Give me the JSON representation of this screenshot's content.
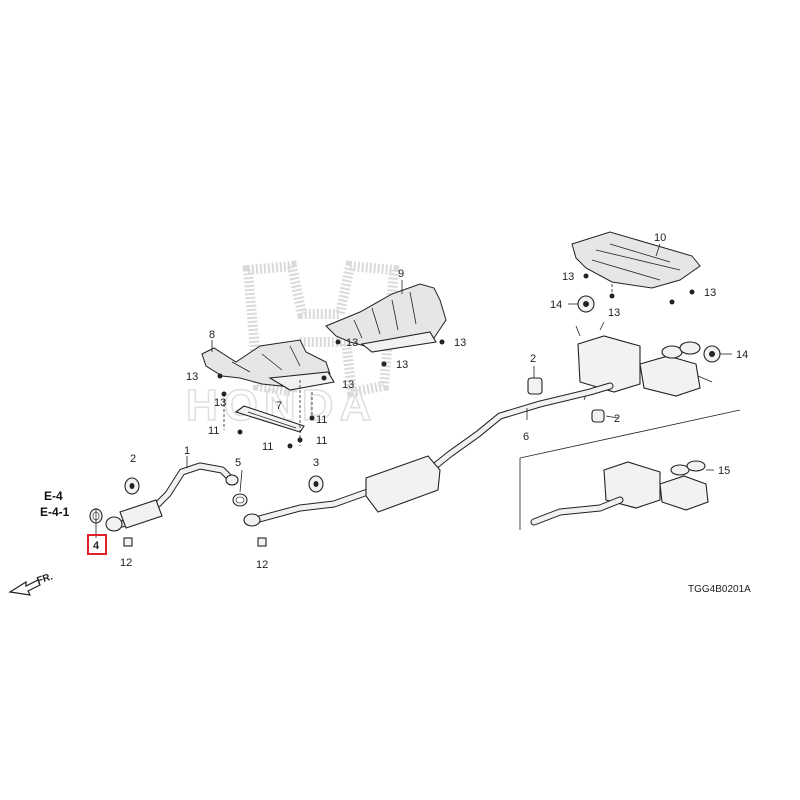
{
  "brand": {
    "logo_text": "HONDA"
  },
  "refs": {
    "e4": "E-4",
    "e41": "E-4-1"
  },
  "highlighted_part": "4",
  "direction": {
    "label": "FR."
  },
  "diagram_code": "TGG4B0201A",
  "labels": {
    "l1": "1",
    "l2a": "2",
    "l2b": "2",
    "l2c": "2",
    "l3": "3",
    "l4": "4",
    "l5": "5",
    "l6": "6",
    "l7": "7",
    "l8": "8",
    "l9": "9",
    "l10": "10",
    "l11a": "11",
    "l11b": "11",
    "l11c": "11",
    "l11d": "11",
    "l12a": "12",
    "l12b": "12",
    "l13a": "13",
    "l13b": "13",
    "l13c": "13",
    "l13d": "13",
    "l13e": "13",
    "l13f": "13",
    "l13g": "13",
    "l13h": "13",
    "l13i": "13",
    "l14a": "14",
    "l14b": "14",
    "l15": "15"
  },
  "colors": {
    "highlight": "#e0202a",
    "ink": "#222222"
  }
}
